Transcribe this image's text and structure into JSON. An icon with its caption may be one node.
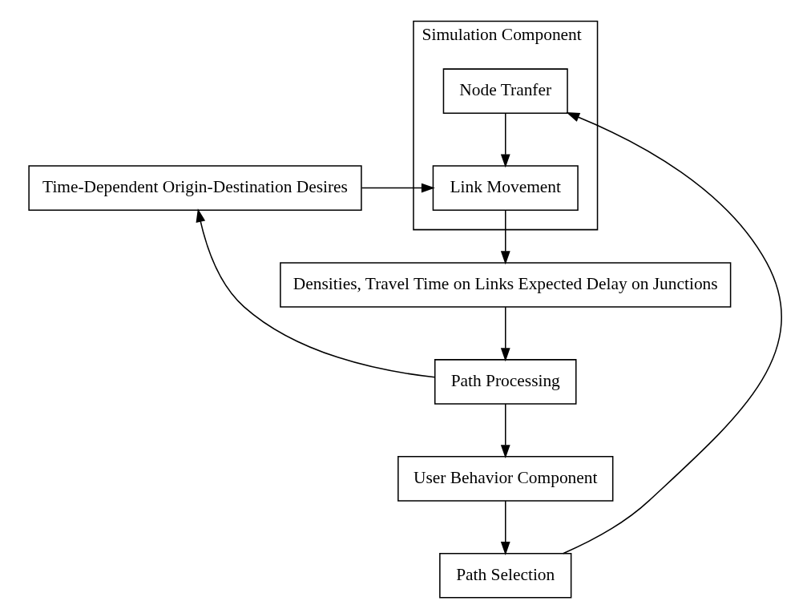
{
  "diagram": {
    "nodes": [
      {
        "text": [
          "Time-Dependent Origin-Destination Desires"
        ]
      },
      {
        "text": [
          "Simulation Component"
        ]
      },
      {
        "text": [
          "Link Movement"
        ],
        "in": 1
      },
      {
        "text": [
          "Node Tranfer"
        ],
        "in": 1
      },
      {
        "text": [
          "Densities, Travel Time on Links Expected Delay on Junctions"
        ]
      },
      {
        "text": [
          "Path Processing"
        ]
      },
      {
        "text": [
          "User Behavior Component"
        ]
      },
      {
        "text": [
          "Path Selection"
        ]
      }
    ],
    "edges": [
      {
        "from": 0,
        "to": 2,
        "arrow": "to"
      },
      {
        "from": 3,
        "to": 2,
        "arrow": "to"
      },
      {
        "from": 2,
        "to": 4,
        "arrow": "to"
      },
      {
        "from": 4,
        "to": 5,
        "arrow": "to"
      },
      {
        "from": 5,
        "to": 0,
        "arrow": "to"
      },
      {
        "from": 5,
        "to": 6,
        "arrow": "to"
      },
      {
        "from": 6,
        "to": 7,
        "arrow": "to"
      },
      {
        "from": 7,
        "to": 3,
        "arrow": "to"
      }
    ]
  }
}
